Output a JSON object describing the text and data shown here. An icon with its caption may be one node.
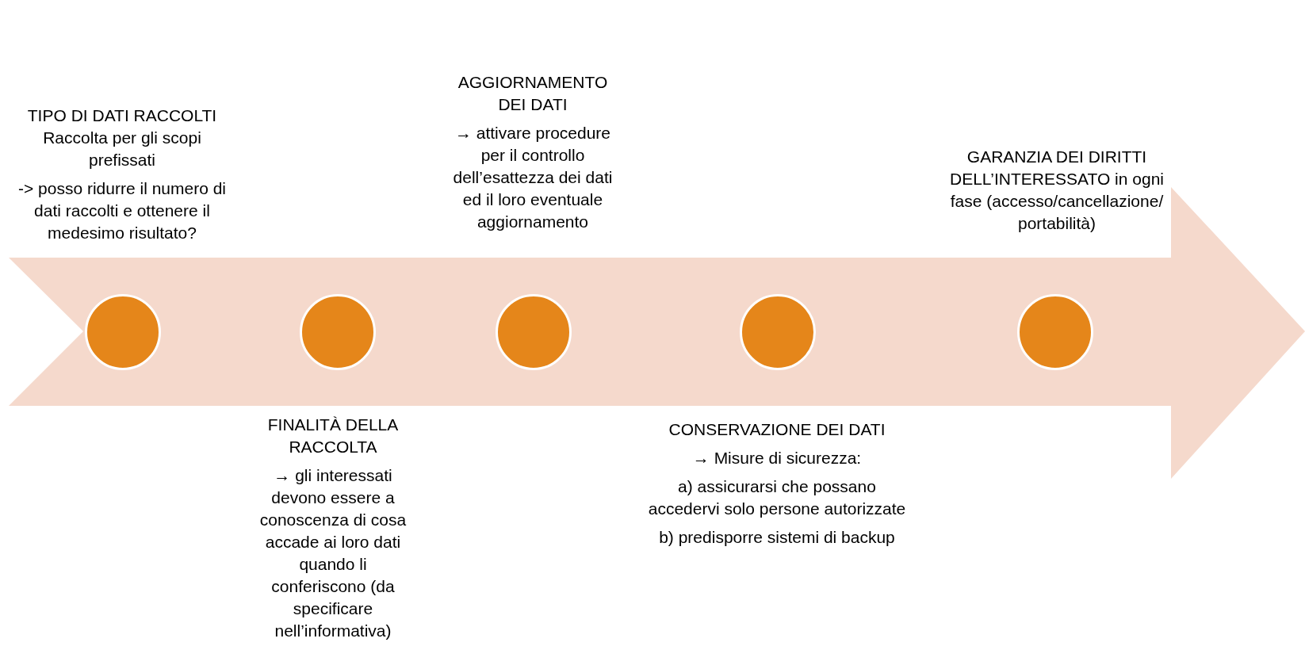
{
  "diagram": {
    "nodes": [
      {
        "text": [],
        "shape": "circle",
        "beside": [
          "TIPO DI DATI RACCOLTI Raccolta per gli scopi prefissati",
          "-> posso ridurre il numero di dati raccolti e ottenere il medesimo risultato?"
        ]
      },
      {
        "text": [],
        "shape": "circle",
        "beside": [
          "FINALITÀ DELLA RACCOLTA",
          "→ gli interessati devono essere a conoscenza di cosa accade ai loro dati quando li conferiscono (da specificare nell’informativa)"
        ]
      },
      {
        "text": [],
        "shape": "circle",
        "beside": [
          "AGGIORNAMENTO DEI DATI",
          "→ attivare procedure per il controllo dell’esattezza dei dati ed il loro eventuale aggiornamento"
        ]
      },
      {
        "text": [],
        "shape": "circle",
        "beside": [
          "CONSERVAZIONE DEI DATI",
          "→ Misure di sicurezza:",
          "a) assicurarsi che possano accedervi solo persone autorizzate",
          "b) predisporre sistemi di backup"
        ]
      },
      {
        "text": [],
        "shape": "circle",
        "beside": [
          "GARANZIA DEI DIRITTI DELL’INTERESSATO in ogni fase (accesso/cancellazione/ portabilità)"
        ]
      }
    ]
  }
}
